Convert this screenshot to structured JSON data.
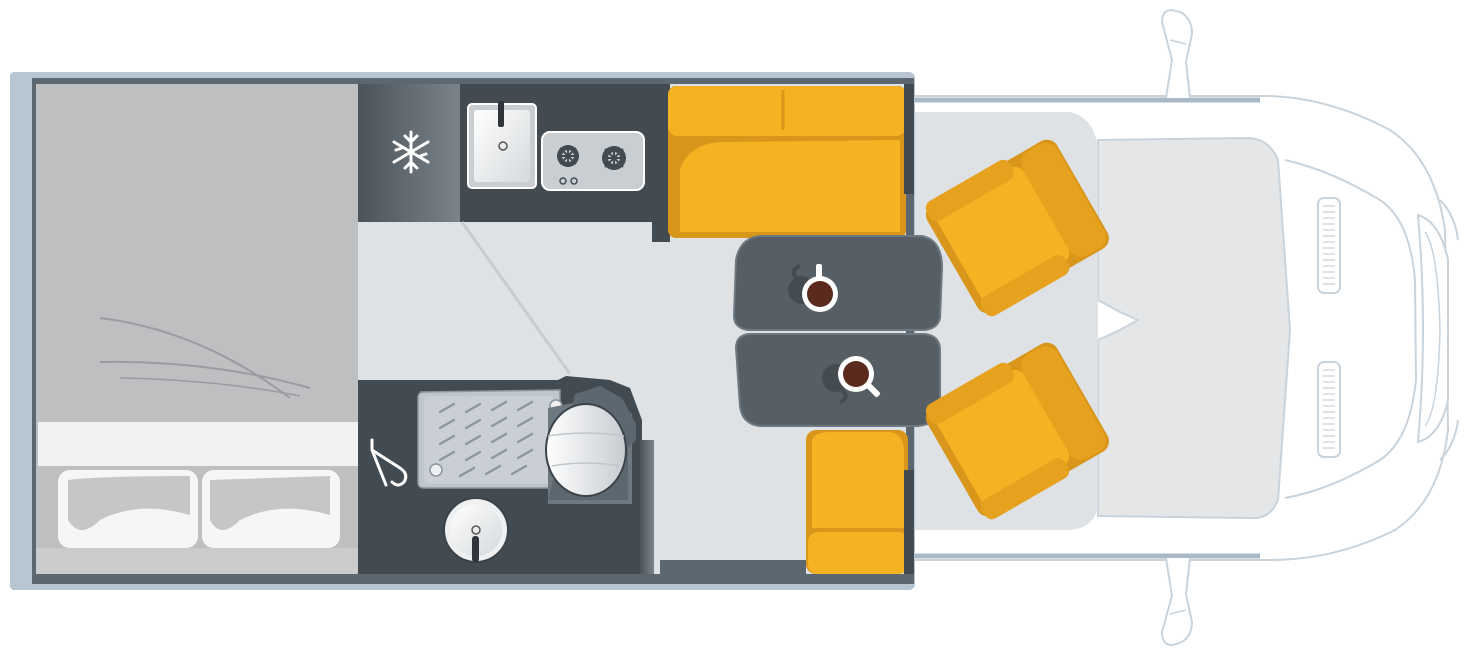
{
  "diagram": {
    "kind": "motorhome-floor-plan",
    "colors": {
      "floor": "#dfe2e5",
      "wall": "#5c6770",
      "cabinet_dark": "#434b52",
      "cabinet_mid": "#6e7880",
      "upholstery": "#f5b324",
      "upholstery_shade": "#d8961a",
      "bed": "#bebfc1",
      "pillow": "#f2f2f2",
      "table": "#575f66",
      "cab_outline": "#c9d3dc",
      "cab_fill": "#ffffff",
      "body_edge": "#a9b9c8"
    },
    "icons": [
      "snowflake-icon",
      "hanger-icon",
      "coffee-cup-icon",
      "stove-burner-icon",
      "sink-icon",
      "toilet-icon",
      "shower-tray-icon",
      "mirror-icon"
    ],
    "zones": [
      "rear-bed",
      "kitchen-fridge",
      "kitchen-sink",
      "kitchen-hob",
      "bench-seat",
      "dining-table",
      "washroom",
      "wardrobe",
      "side-seat",
      "cab-seat-driver",
      "cab-seat-passenger",
      "vehicle-cab"
    ]
  }
}
